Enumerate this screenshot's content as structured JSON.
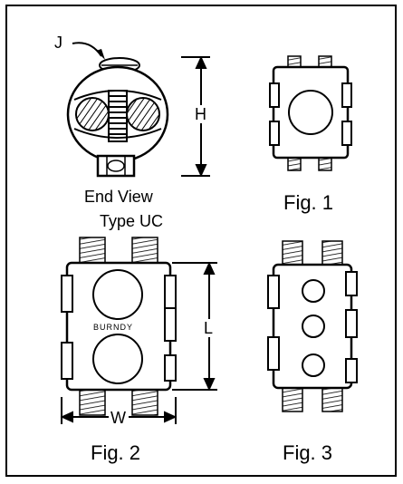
{
  "captions": {
    "end_view": "End View",
    "type_uc": "Type UC",
    "fig1": "Fig. 1",
    "fig2": "Fig. 2",
    "fig3": "Fig. 3"
  },
  "dimensions": {
    "j": "J",
    "h": "H",
    "l": "L",
    "w": "W"
  },
  "brand_mark": "BURNDY"
}
